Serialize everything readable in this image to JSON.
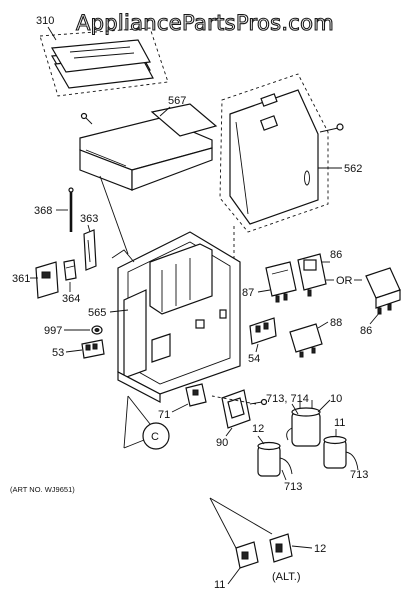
{
  "watermark": "AppliancePartsPros.com",
  "art_number": "(ART NO. WJ9651)",
  "alt_note": "(ALT.)",
  "or_note": "OR",
  "callouts": {
    "c310": "310",
    "c567": "567",
    "c562": "562",
    "c368": "368",
    "c363": "363",
    "c361": "361",
    "c364": "364",
    "c565": "565",
    "c997": "997",
    "c53": "53",
    "c87": "87",
    "c86a": "86",
    "c86b": "86",
    "c54": "54",
    "c88": "88",
    "c71": "71",
    "c90": "90",
    "c713a": "713, 714",
    "c10": "10",
    "c12a": "12",
    "c11a": "11",
    "c713b": "713",
    "c713c": "713",
    "c12b": "12",
    "c11b": "11",
    "cC": "C"
  }
}
